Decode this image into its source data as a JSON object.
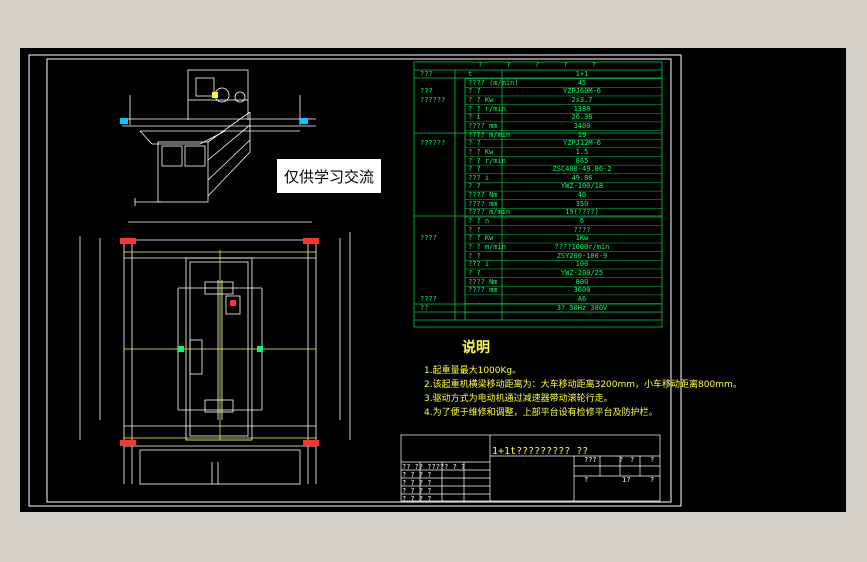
{
  "watermark": "仅供学习交流",
  "spec_table": {
    "header": "? ? ? ? ?",
    "rows": [
      {
        "label": "???",
        "sub": "t",
        "value": "1+1"
      },
      {
        "label": "",
        "sub": "???? (m/min)",
        "value": "45"
      },
      {
        "label": "??? ??????",
        "sub": "? ?",
        "value": "YZPJ60M-6"
      },
      {
        "label": "",
        "sub": "? ? Kw",
        "value": "2x3.7"
      },
      {
        "label": "",
        "sub": "? ? r/min",
        "value": "1380"
      },
      {
        "label": "",
        "sub": "? i",
        "value": "26.36"
      },
      {
        "label": "",
        "sub": "???? mm",
        "value": "3400"
      },
      {
        "label": "",
        "sub": "???? m/min",
        "value": "19"
      },
      {
        "label": "??????",
        "sub": "? ?",
        "value": "YZPJ12M-6"
      },
      {
        "label": "",
        "sub": "? ? Kw",
        "value": "1.5"
      },
      {
        "label": "",
        "sub": "? ? r/min",
        "value": "865"
      },
      {
        "label": "",
        "sub": "? ?",
        "value": "ZSC400-49.86-2"
      },
      {
        "label": "",
        "sub": "??? i",
        "value": "49.86"
      },
      {
        "label": "",
        "sub": "? ?",
        "value": "YWZ-100/18"
      },
      {
        "label": "",
        "sub": "???? Nm",
        "value": "40"
      },
      {
        "label": "",
        "sub": "???? mm",
        "value": "350"
      },
      {
        "label": "",
        "sub": "???? m/min",
        "value": "19(????)"
      },
      {
        "label": "",
        "sub": "? ? n",
        "value": "6"
      },
      {
        "label": "",
        "sub": "? ?",
        "value": "????"
      },
      {
        "label": "????",
        "sub": "? ? Kw",
        "value": "1Kw"
      },
      {
        "label": "",
        "sub": "? ? m/min",
        "value": "????1000r/min"
      },
      {
        "label": "",
        "sub": "? ?",
        "value": "ZSY200-100-9"
      },
      {
        "label": "",
        "sub": "??? i",
        "value": "100"
      },
      {
        "label": "",
        "sub": "? ?",
        "value": "YWZ-200/25"
      },
      {
        "label": "",
        "sub": "???? Nm",
        "value": "800"
      },
      {
        "label": "",
        "sub": "???? mm",
        "value": "3600"
      },
      {
        "label": "????",
        "sub": "",
        "value": "A6"
      },
      {
        "label": "??",
        "sub": "",
        "value": "3?  50Hz  380V"
      }
    ]
  },
  "notes": {
    "title": "说明",
    "items": [
      "1.起重量最大1000Kg。",
      "2.该起重机横梁移动距离为：大车移动距离3200mm，小车移动距离800mm。",
      "3.驱动方式为电动机通过减速器带动滚轮行走。",
      "4.为了便于维修和调整，上部平台设有检修平台及防护栏。"
    ]
  },
  "title_block": {
    "drawing_title": "1+1t????????? ??",
    "row_labels": [
      "?? ?? ????? ? ?",
      "? ? ? ?",
      "? ? ? ?",
      "? ? ? ?",
      "? ? ? ?"
    ],
    "right_cells": [
      "???",
      "?",
      "?",
      "?",
      "?",
      "1?",
      "?"
    ]
  },
  "colors": {
    "background": "#000000",
    "border": "#ffffff",
    "table_lines": "#00cc44",
    "table_text": "#00ff66",
    "drawing": "#ffffff",
    "accent": "#ffff33",
    "outer": "#d4d0c8"
  }
}
